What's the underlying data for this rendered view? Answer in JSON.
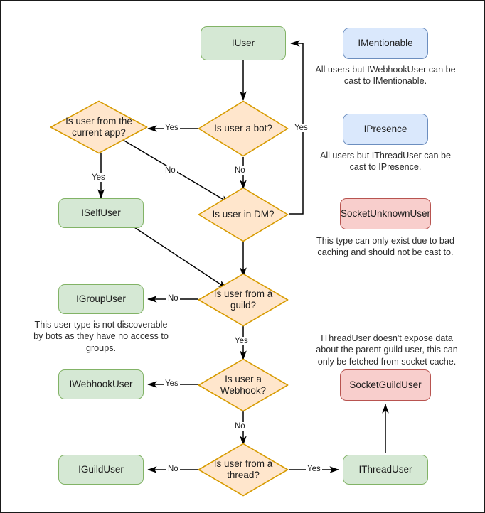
{
  "diagram": {
    "title": "Discord.Net user type cast decision flowchart",
    "type": "flowchart",
    "colors": {
      "green_fill": "#d5e8d4",
      "green_stroke": "#82b366",
      "blue_fill": "#dae8fc",
      "blue_stroke": "#6c8ebf",
      "red_fill": "#f8cecc",
      "red_stroke": "#b85450",
      "orange_fill": "#ffe6cc",
      "orange_stroke": "#d79b00",
      "edge_stroke": "#000000",
      "page_border": "#1a1a1a",
      "background": "#ffffff"
    },
    "nodes": [
      {
        "id": "iuser",
        "label": "IUser",
        "shape": "rounded-rect",
        "style": "green"
      },
      {
        "id": "is-bot",
        "label": "Is user a bot?",
        "shape": "diamond",
        "style": "orange"
      },
      {
        "id": "is-current-app",
        "label": "Is user from the current app?",
        "shape": "diamond",
        "style": "orange"
      },
      {
        "id": "iselfuser",
        "label": "ISelfUser",
        "shape": "rounded-rect",
        "style": "green"
      },
      {
        "id": "is-in-dm",
        "label": "Is user in DM?",
        "shape": "diamond",
        "style": "orange"
      },
      {
        "id": "is-from-guild",
        "label": "Is user from a guild?",
        "shape": "diamond",
        "style": "orange"
      },
      {
        "id": "igroupuser",
        "label": "IGroupUser",
        "shape": "rounded-rect",
        "style": "green"
      },
      {
        "id": "is-webhook",
        "label": "Is user a Webhook?",
        "shape": "diamond",
        "style": "orange"
      },
      {
        "id": "iwebhookuser",
        "label": "IWebhookUser",
        "shape": "rounded-rect",
        "style": "green"
      },
      {
        "id": "is-from-thread",
        "label": "Is user from a thread?",
        "shape": "diamond",
        "style": "orange"
      },
      {
        "id": "iguilduser",
        "label": "IGuildUser",
        "shape": "rounded-rect",
        "style": "green"
      },
      {
        "id": "ithreaduser",
        "label": "IThreadUser",
        "shape": "rounded-rect",
        "style": "green"
      },
      {
        "id": "imentionable",
        "label": "IMentionable",
        "shape": "rounded-rect",
        "style": "blue"
      },
      {
        "id": "ipresence",
        "label": "IPresence",
        "shape": "rounded-rect",
        "style": "blue"
      },
      {
        "id": "socketunknownuser",
        "label": "SocketUnknownUser",
        "shape": "rounded-rect",
        "style": "red"
      },
      {
        "id": "socketguilduser",
        "label": "SocketGuildUser",
        "shape": "rounded-rect",
        "style": "red"
      }
    ],
    "edges": [
      {
        "from": "iuser",
        "to": "is-bot",
        "label": ""
      },
      {
        "from": "is-bot",
        "to": "is-current-app",
        "label": "Yes"
      },
      {
        "from": "is-bot",
        "to": "is-in-dm",
        "label": "No"
      },
      {
        "from": "is-bot",
        "to": "iuser",
        "label": "Yes"
      },
      {
        "from": "is-current-app",
        "to": "iselfuser",
        "label": "Yes"
      },
      {
        "from": "is-current-app",
        "to": "is-in-dm",
        "label": "No"
      },
      {
        "from": "is-in-dm",
        "to": "iuser",
        "label": "Yes"
      },
      {
        "from": "is-in-dm",
        "to": "is-from-guild",
        "label": ""
      },
      {
        "from": "iselfuser",
        "to": "is-from-guild",
        "label": ""
      },
      {
        "from": "is-from-guild",
        "to": "igroupuser",
        "label": "No"
      },
      {
        "from": "is-from-guild",
        "to": "is-webhook",
        "label": "Yes"
      },
      {
        "from": "is-webhook",
        "to": "iwebhookuser",
        "label": "Yes"
      },
      {
        "from": "is-webhook",
        "to": "is-from-thread",
        "label": "No"
      },
      {
        "from": "is-from-thread",
        "to": "iguilduser",
        "label": "No"
      },
      {
        "from": "is-from-thread",
        "to": "ithreaduser",
        "label": "Yes"
      },
      {
        "from": "ithreaduser",
        "to": "socketguilduser",
        "label": ""
      }
    ],
    "notes": [
      {
        "id": "note-imentionable",
        "text": "All users but IWebhookUser can be cast to IMentionable."
      },
      {
        "id": "note-ipresence",
        "text": "All users but IThreadUser can be cast to IPresence."
      },
      {
        "id": "note-socketunknownuser",
        "text": "This type can only exist due to bad caching and should not be cast to."
      },
      {
        "id": "note-igroupuser",
        "text": "This user type is not discoverable by bots as they have no access to groups."
      },
      {
        "id": "note-socketguilduser",
        "text": "IThreadUser doesn't expose data about the parent guild user, this can only be fetched from socket cache."
      }
    ],
    "edge_labels": {
      "bot_yes": "Yes",
      "bot_no": "No",
      "dm_yes": "Yes",
      "current_app_yes": "Yes",
      "current_app_no": "No",
      "guild_no": "No",
      "guild_yes": "Yes",
      "webhook_yes": "Yes",
      "webhook_no": "No",
      "thread_no": "No",
      "thread_yes": "Yes"
    }
  }
}
